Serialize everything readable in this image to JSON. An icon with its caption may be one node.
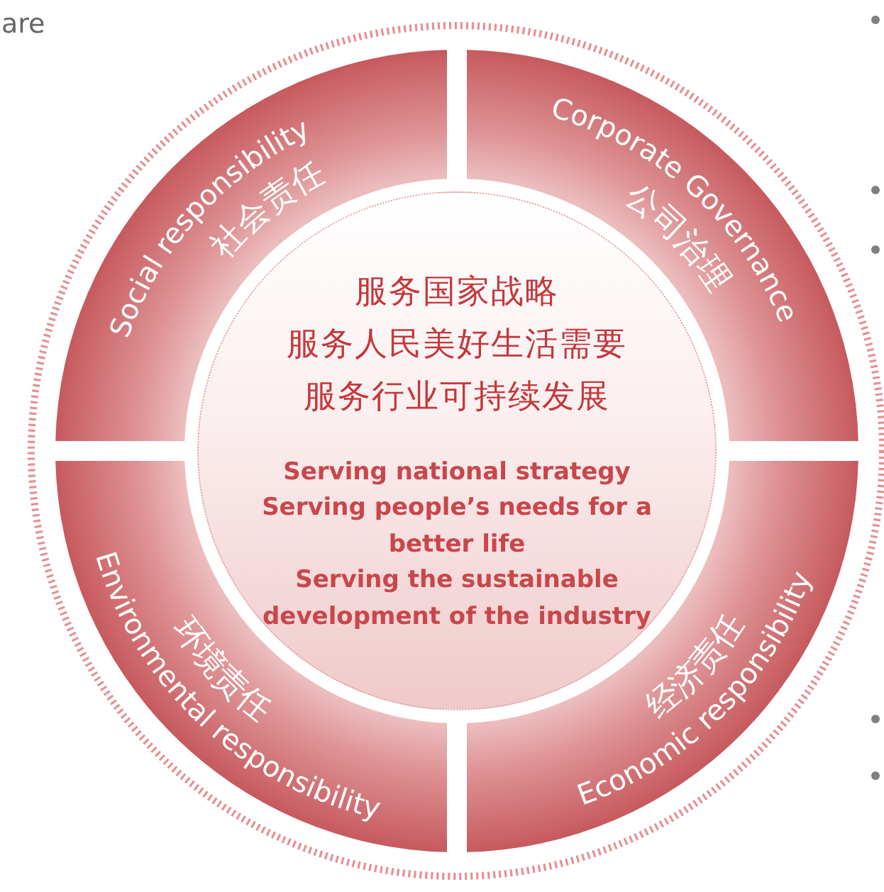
{
  "diagram": {
    "nodes": [
      {
        "text": [
          "Social responsibility",
          "社会责任"
        ]
      },
      {
        "text": [
          "Corporate Governance",
          "公司治理"
        ]
      },
      {
        "text": [
          "服务国家战略",
          "服务人民美好生活需要",
          "服务行业可持续发展",
          "Serving national strategy",
          "Serving people’s needs for a better life",
          "Serving the sustainable development of the industry"
        ]
      },
      {
        "text": [
          "Environmental responsibility",
          "环境责任"
        ]
      },
      {
        "text": [
          "Economic responsibility",
          "经济责任"
        ]
      }
    ],
    "labels": [
      "are"
    ]
  }
}
